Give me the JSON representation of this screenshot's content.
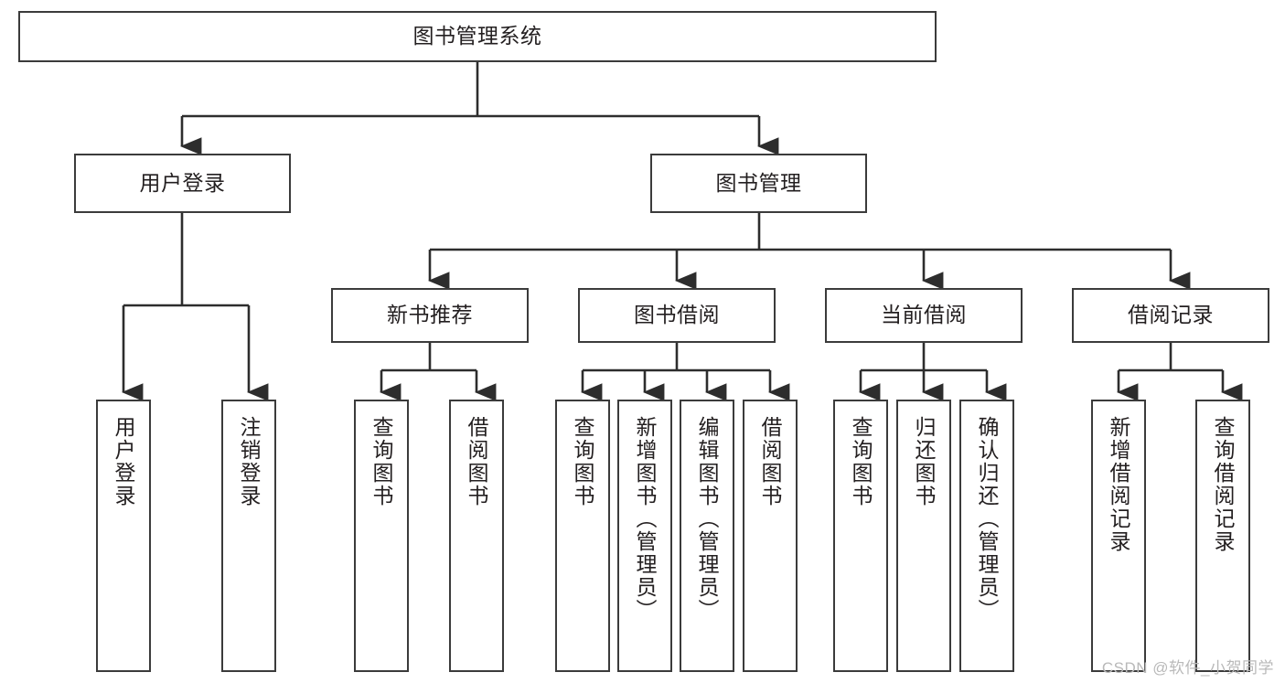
{
  "diagram": {
    "title": "图书管理系统",
    "type": "tree-hierarchy",
    "root": {
      "label": "图书管理系统"
    },
    "level2": [
      {
        "label": "用户登录"
      },
      {
        "label": "图书管理"
      }
    ],
    "level3": [
      {
        "label": "新书推荐"
      },
      {
        "label": "图书借阅"
      },
      {
        "label": "当前借阅"
      },
      {
        "label": "借阅记录"
      }
    ],
    "leaves": {
      "user_login": [
        {
          "label": "用户登录"
        },
        {
          "label": "注销登录"
        }
      ],
      "new_book_recommend": [
        {
          "label": "查询图书"
        },
        {
          "label": "借阅图书"
        }
      ],
      "book_borrow": [
        {
          "label": "查询图书"
        },
        {
          "label": "新增图书（管理员）"
        },
        {
          "label": "编辑图书（管理员）"
        },
        {
          "label": "借阅图书"
        }
      ],
      "current_borrow": [
        {
          "label": "查询图书"
        },
        {
          "label": "归还图书"
        },
        {
          "label": "确认归还（管理员）"
        }
      ],
      "borrow_record": [
        {
          "label": "新增借阅记录"
        },
        {
          "label": "查询借阅记录"
        }
      ]
    }
  },
  "watermark": {
    "text": "CSDN @软件_小贺同学"
  },
  "colors": {
    "stroke": "#3b3b3b",
    "text": "#231f20",
    "background": "#ffffff",
    "watermark": "#b9b9b9"
  }
}
